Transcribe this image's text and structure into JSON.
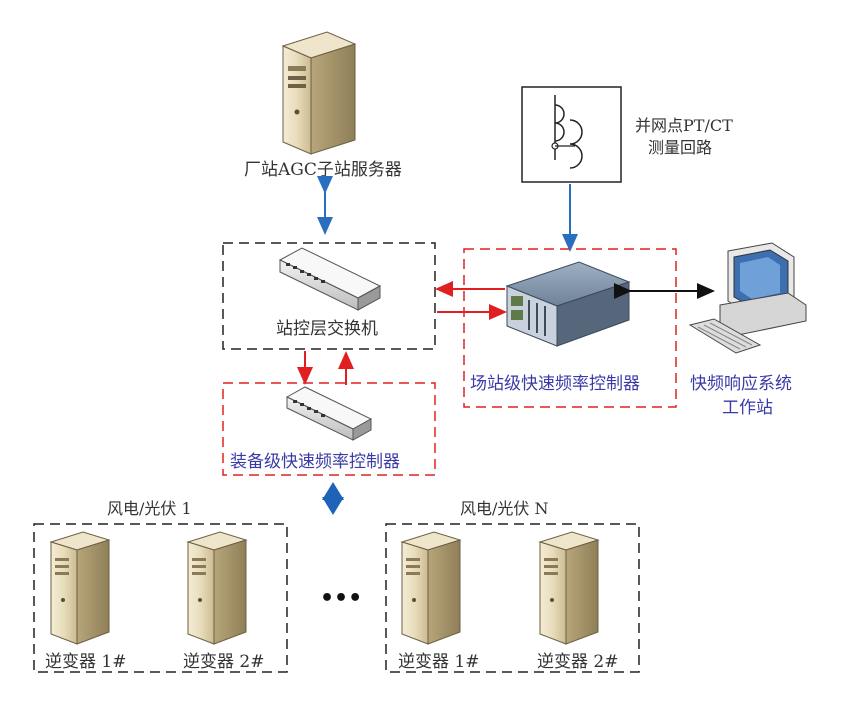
{
  "labels": {
    "agc_server": "厂站AGC子站服务器",
    "pt_ct_line1": "并网点PT/CT",
    "pt_ct_line2": "测量回路",
    "station_switch": "站控层交换机",
    "station_controller": "场站级快速频率控制器",
    "workstation_line1": "快频响应系统",
    "workstation_line2": "工作站",
    "equipment_controller": "装备级快速频率控制器",
    "group1_title": "风电/光伏 1",
    "groupN_title": "风电/光伏 N",
    "inverter_1": "逆变器 1#",
    "inverter_2": "逆变器 2#",
    "ellipsis": "•••"
  },
  "colors": {
    "red_dash": "#e02020",
    "black_dash": "#222222",
    "blue_arrow": "#2a6fbf",
    "server_beige": "#e6d9b8"
  },
  "icons": [
    "server-icon",
    "pt-ct-transformer-icon",
    "switch-icon",
    "controller-rack-icon",
    "workstation-icon",
    "inverter-cabinet-icon"
  ]
}
